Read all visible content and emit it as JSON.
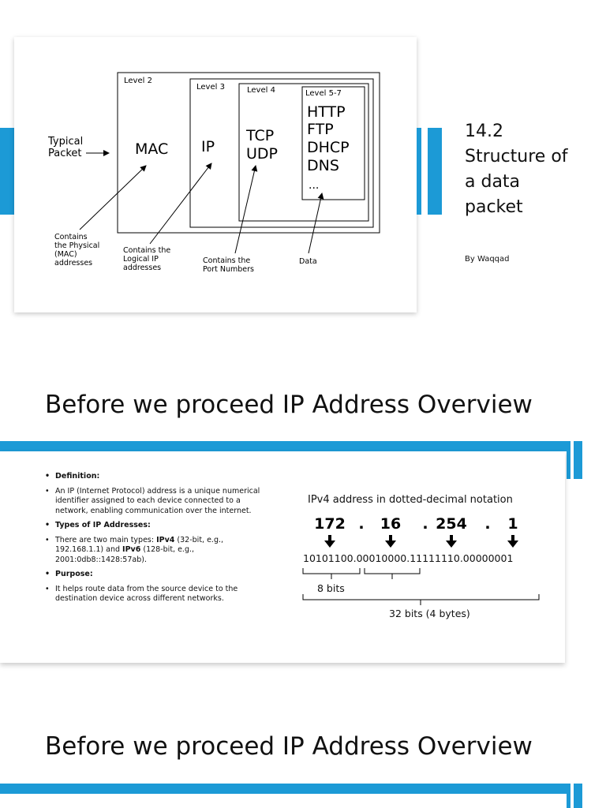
{
  "slide1": {
    "diagram": {
      "levels": {
        "level2": "Level 2",
        "level3": "Level 3",
        "level4": "Level 4",
        "level57": "Level 5-7"
      },
      "typical_packet": [
        "Typical",
        "Packet"
      ],
      "mac": "MAC",
      "ip": "IP",
      "tcp": "TCP",
      "udp": "UDP",
      "protocols": [
        "HTTP",
        "FTP",
        "DHCP",
        "DNS",
        "..."
      ],
      "annotation_mac": [
        "Contains",
        "the Physical",
        "(MAC)",
        "addresses"
      ],
      "annotation_ip": [
        "Contains the",
        "Logical IP",
        "addresses"
      ],
      "annotation_port": [
        "Contains the",
        "Port Numbers"
      ],
      "annotation_data": "Data"
    },
    "title_lines": [
      "14.2",
      "Structure of",
      "a data",
      "packet"
    ],
    "author": "By Waqqad"
  },
  "heading1": "Before we proceed IP Address Overview",
  "slide2": {
    "bullets": [
      {
        "type": "heading",
        "text": "Definition:"
      },
      {
        "type": "text",
        "text": "An IP (Internet Protocol) address is a unique numerical identifier assigned to each device connected to a network, enabling communication over the internet."
      },
      {
        "type": "heading",
        "text": "Types of IP Addresses:"
      },
      {
        "type": "rich",
        "parts": [
          {
            "text": "There are two main types: "
          },
          {
            "text": "IPv4",
            "bold": true
          },
          {
            "text": " (32-bit, e.g., 192.168.1.1) and "
          },
          {
            "text": "IPv6",
            "bold": true
          },
          {
            "text": " (128-bit, e.g., 2001:0db8::1428:57ab)."
          }
        ]
      },
      {
        "type": "heading",
        "text": "Purpose:"
      },
      {
        "type": "text",
        "text": "It helps route data from the source device to the destination device across different networks."
      }
    ],
    "figure": {
      "caption": "IPv4 address in dotted-decimal notation",
      "octets": [
        "172",
        "16",
        "254",
        "1"
      ],
      "dots": [
        ".",
        ".",
        "."
      ],
      "binary": "10101100.00010000.11111110.00000001",
      "label_8": "8 bits",
      "label_32": "32 bits (4 bytes)"
    }
  },
  "heading2": "Before we proceed IP Address Overview"
}
